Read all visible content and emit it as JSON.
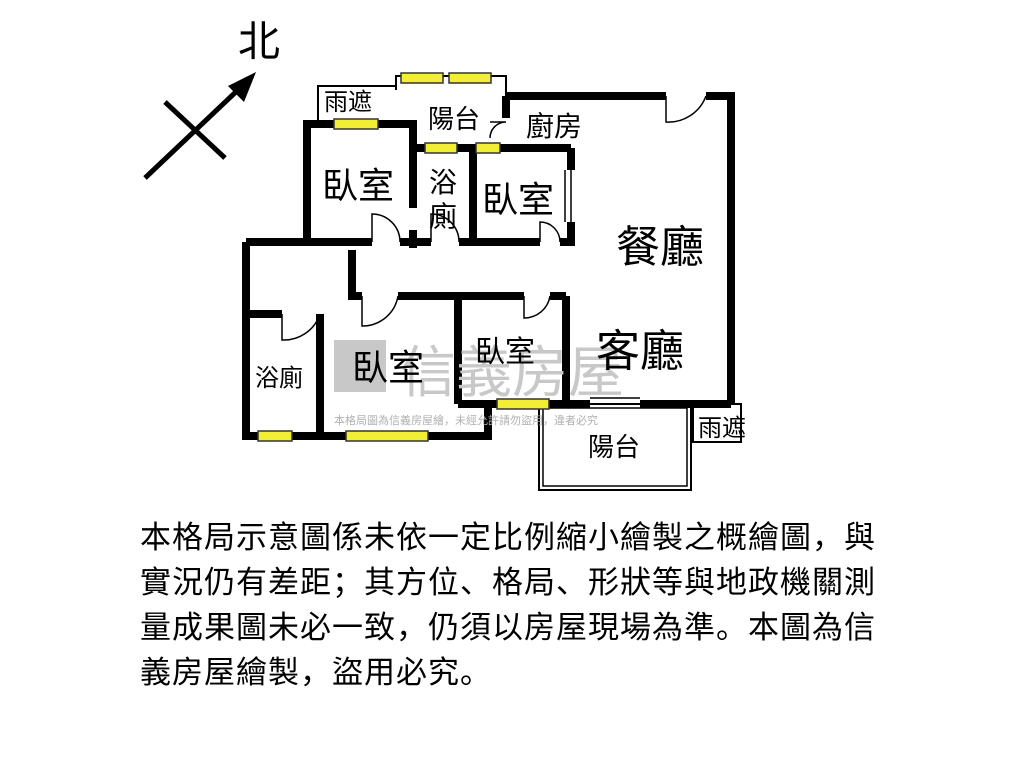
{
  "compass": {
    "north_label": "北"
  },
  "rooms": {
    "canopy_top": "雨遮",
    "balcony_top": "陽台",
    "kitchen": "廚房",
    "bedroom_nw": "臥室",
    "bath_top_line1": "浴",
    "bath_top_line2": "廁",
    "bedroom_n": "臥室",
    "dining": "餐廳",
    "bath_left": "浴廁",
    "bedroom_sw": "臥室",
    "bedroom_s": "臥室",
    "living": "客廳",
    "balcony_bottom": "陽台",
    "canopy_bottom": "雨遮"
  },
  "watermark": {
    "brand": "信義房屋",
    "notice": "本格局圖為信義房屋繪，未經允許請勿盜用，違者必究"
  },
  "disclaimer": "本格局示意圖係未依一定比例縮小繪製之概繪圖，與實況仍有差距；其方位、格局、形狀等與地政機關測量成果圖未必一致，仍須以房屋現場為準。本圖為信義房屋繪製，盜用必究。",
  "colors": {
    "wall": "#000000",
    "window": "#f2ee36",
    "watermark": "#c8c8c8"
  }
}
